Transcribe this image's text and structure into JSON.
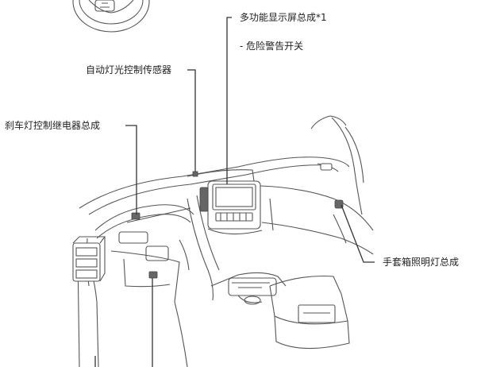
{
  "labels": {
    "multi_display": "多功能显示屏总成*1",
    "hazard_switch": "- 危险警告开关",
    "auto_light_sensor": "自动灯光控制传感器",
    "stop_light_relay": "刹车灯控制继电器总成",
    "glovebox_light": "手套箱照明灯总成"
  }
}
